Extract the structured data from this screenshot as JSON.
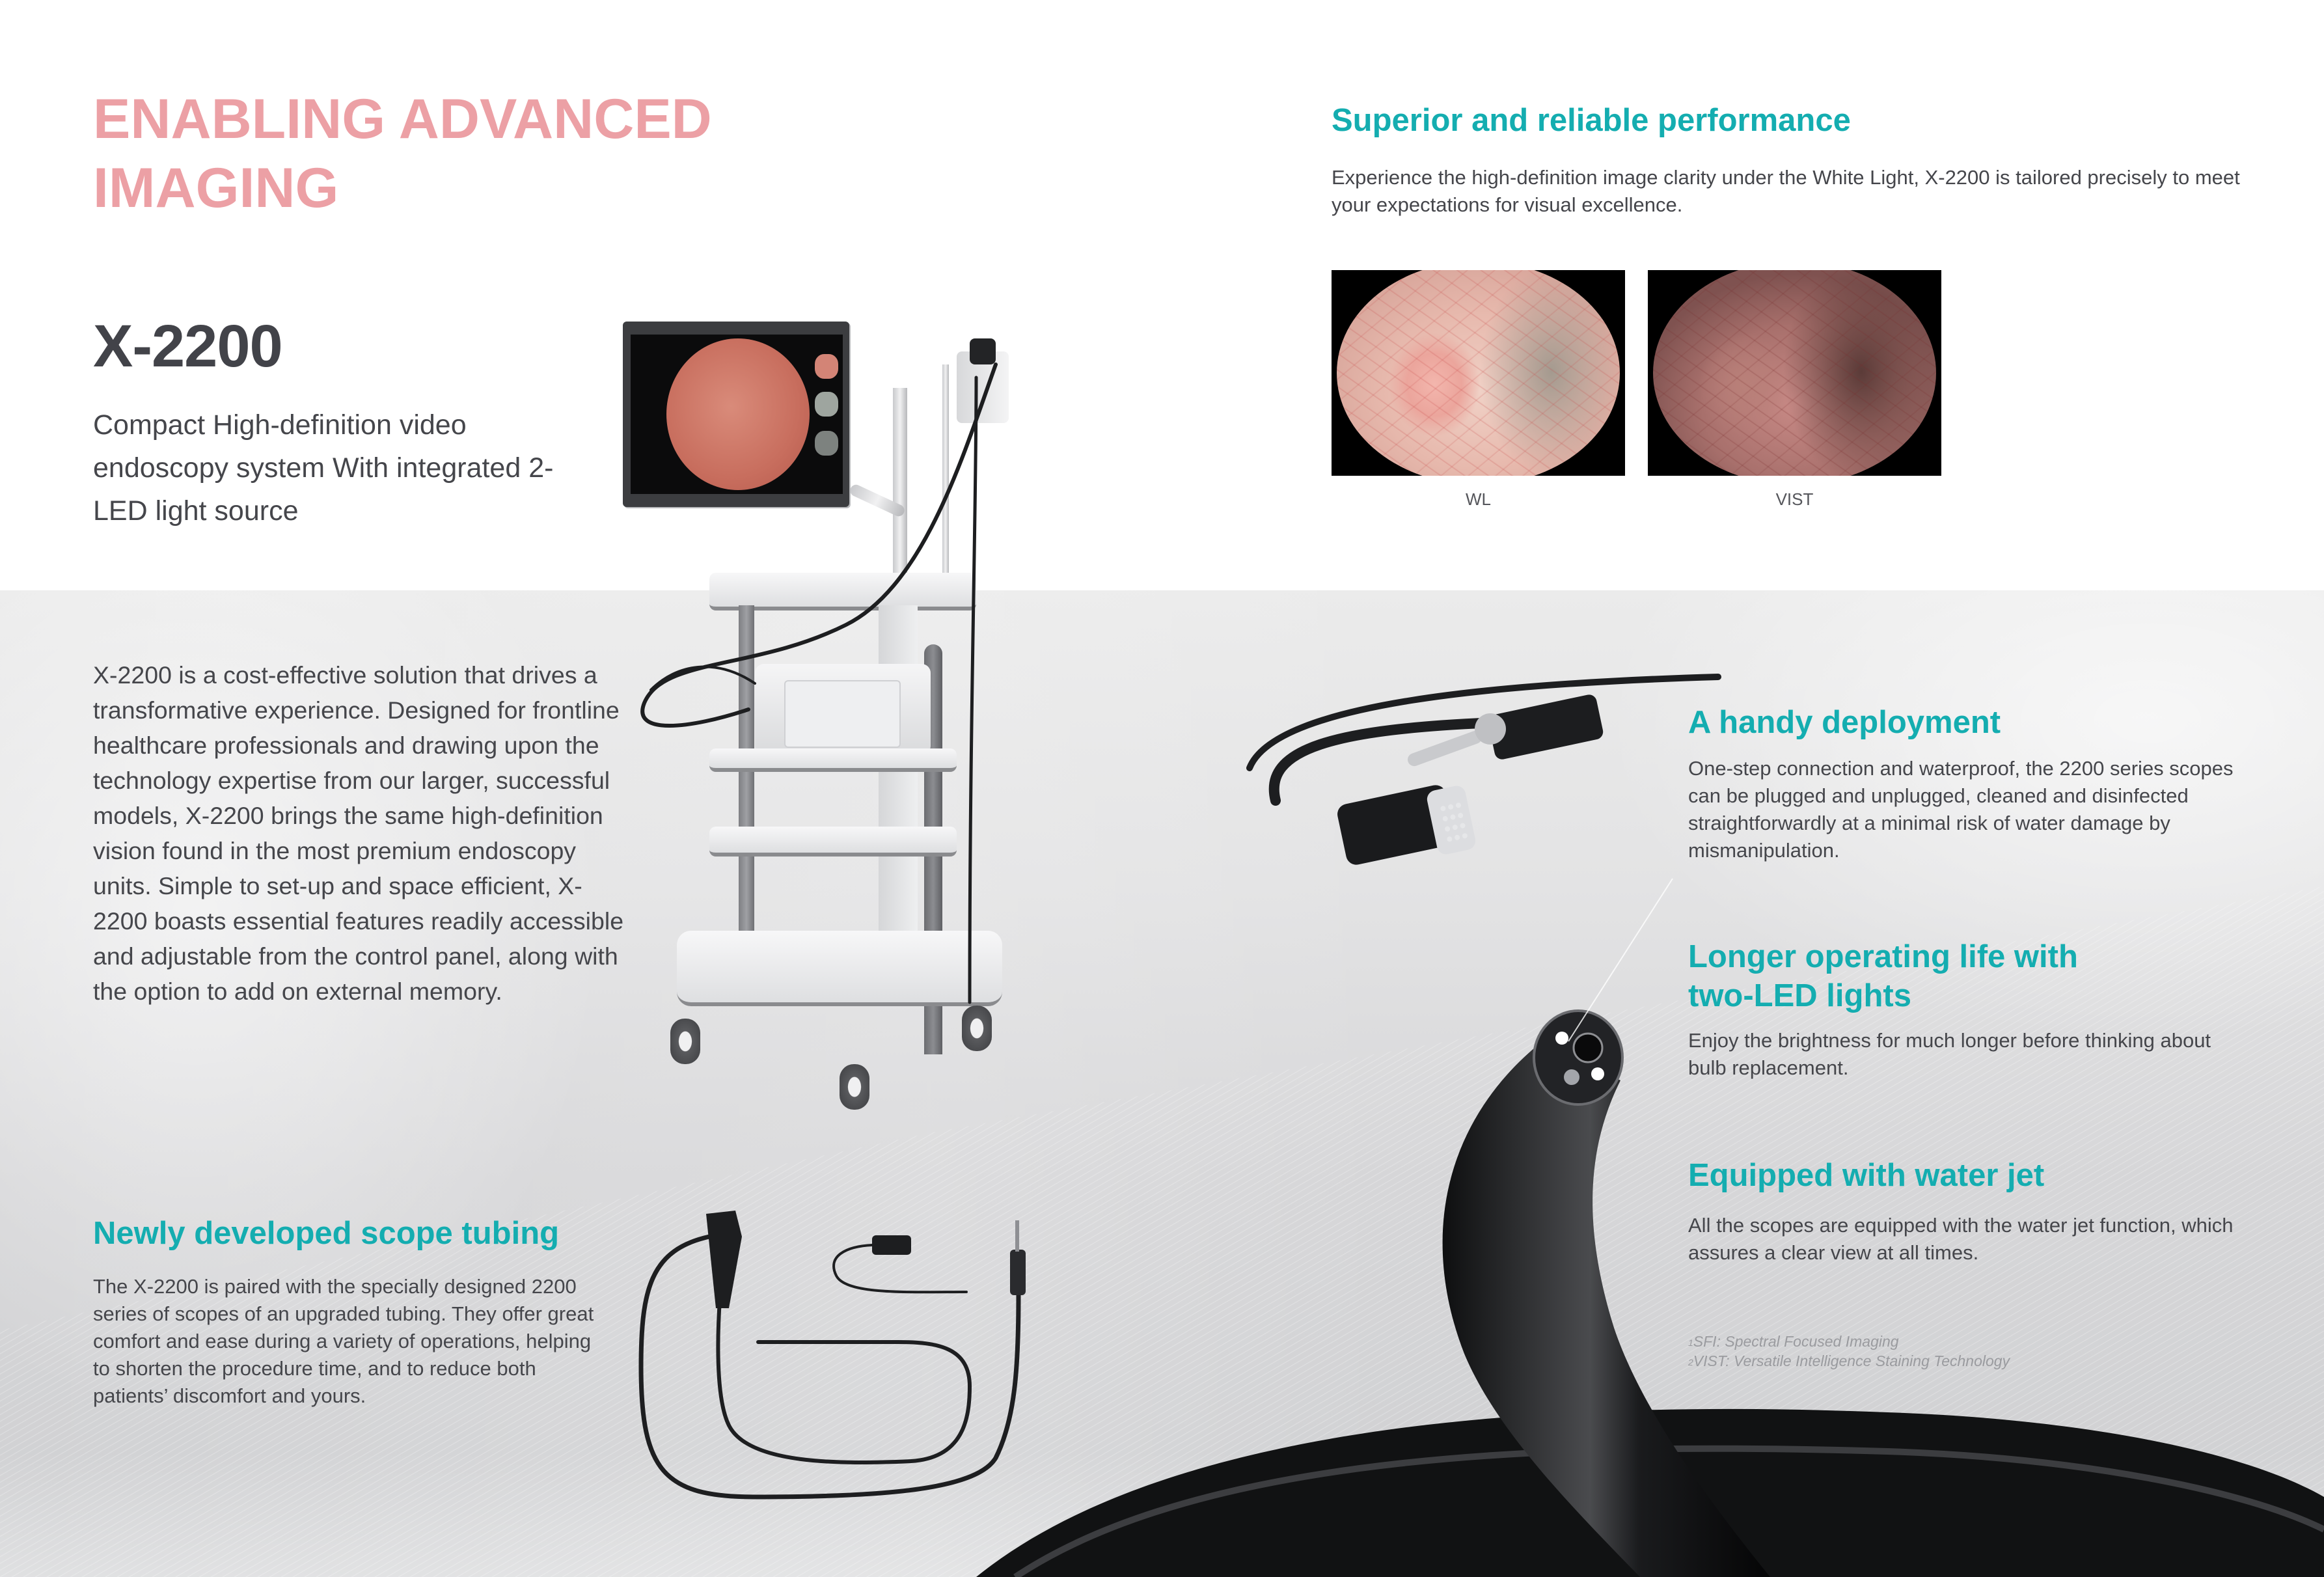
{
  "hero": {
    "title": "ENABLING ADVANCED IMAGING",
    "model": "X-2200",
    "subtitle": "Compact High-definition video endoscopy system With integrated 2-LED light source",
    "intro": "X-2200 is a cost-effective solution that drives a transformative experience. Designed for frontline healthcare professionals and drawing upon the technology expertise from our larger, successful models, X-2200 brings the same high-definition vision found in the most premium endoscopy units. Simple to set-up and space efficient, X-2200 boasts essential features readily accessible and adjustable from the control panel, along with the option to add on external memory."
  },
  "performance": {
    "heading": "Superior and reliable performance",
    "body": "Experience the high-definition image clarity under the White Light, X-2200 is tailored precisely to meet your expectations for visual excellence.",
    "images": [
      {
        "label": "WL"
      },
      {
        "label": "VIST"
      }
    ]
  },
  "features": [
    {
      "heading": "A handy deployment",
      "body": "One-step connection and waterproof, the 2200 series scopes can be plugged and unplugged, cleaned and disinfected straightforwardly at a minimal risk of water damage by mismanipulation."
    },
    {
      "heading": "Longer operating life with two-LED lights",
      "body": "Enjoy the brightness for much longer before thinking about bulb replacement."
    },
    {
      "heading": "Equipped with water jet",
      "body": "All the scopes are equipped with the water jet function, which assures a clear view at all times."
    }
  ],
  "tubing": {
    "heading": "Newly developed scope tubing",
    "body": "The X-2200 is paired with the specially designed 2200 series of scopes of an upgraded tubing. They offer great comfort and ease during a variety of operations, helping to shorten the procedure time, and to reduce both patients’ discomfort and yours."
  },
  "footnotes": [
    {
      "mark": "1",
      "text": "SFI: Spectral Focused Imaging"
    },
    {
      "mark": "2",
      "text": "VIST: Versatile Intelligence Staining Technology"
    }
  ],
  "colors": {
    "accent_teal": "#14adb0",
    "hero_pink": "#eca0a5",
    "body_text": "#45464b",
    "band_gray": "#e3e3e4"
  }
}
